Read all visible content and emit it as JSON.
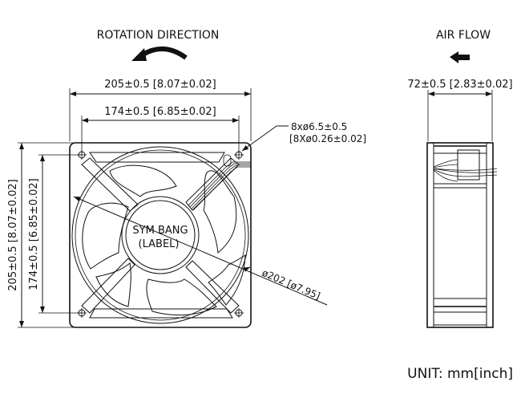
{
  "front_view": {
    "rotation_title": "ROTATION DIRECTION",
    "rotation_arrow_icon": "curved-arrow-left-icon",
    "width_outer": "205±0.5 [8.07±0.02]",
    "width_holes": "174±0.5 [6.85±0.02]",
    "height_outer": "205±0.5 [8.07±0.02]",
    "height_holes": "174±0.5 [6.85±0.02]",
    "holes_callout_line1": "8xø6.5±0.5",
    "holes_callout_line2": "[8Xø0.26±0.02]",
    "diameter_callout": "ø202 [ø7.95]",
    "hub_label_line1": "SYM BANG",
    "hub_label_line2": "(LABEL)"
  },
  "side_view": {
    "airflow_title": "AIR FLOW",
    "airflow_arrow_icon": "arrow-left-icon",
    "depth": "72±0.5 [2.83±0.02]"
  },
  "unit_note": "UNIT: mm[inch]"
}
